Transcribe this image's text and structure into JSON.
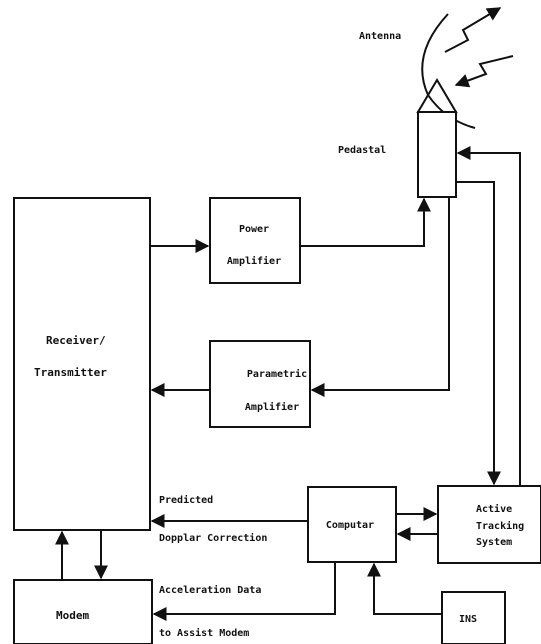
{
  "labels": {
    "antenna": "Antenna",
    "pedestal": "Pedastal",
    "power_amp_line1": "Power",
    "power_amp_line2": "Amplifier",
    "param_amp_line1": "Parametric",
    "param_amp_line2": "Amplifier",
    "receiver_line1": "Receiver/",
    "receiver_line2": "Transmitter",
    "computer": "Computar",
    "tracking_line1": "Active",
    "tracking_line2": "Tracking",
    "tracking_line3": "System",
    "modem": "Modem",
    "ins": "INS",
    "predicted_line1": "Predicted",
    "predicted_line2": "Dopplar Correction",
    "accel_line1": "Acceleration Data",
    "accel_line2": "to Assist Modem"
  },
  "colors": {
    "ink": "#111111",
    "background": "#ffffff"
  }
}
